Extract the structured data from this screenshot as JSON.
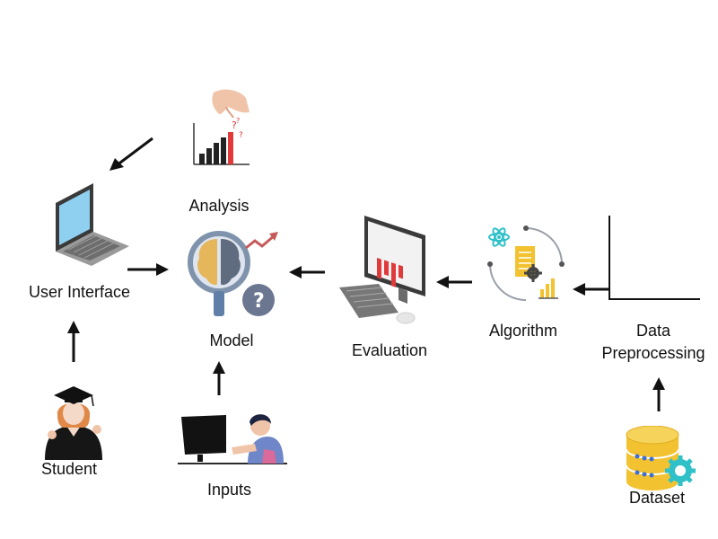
{
  "nodes": {
    "analysis": {
      "label": "Analysis",
      "icon": "bar-chart-hand-icon"
    },
    "user_interface": {
      "label": "User Interface",
      "icon": "laptop-icon"
    },
    "model": {
      "label": "Model",
      "icon": "brain-magnifier-icon"
    },
    "evaluation": {
      "label": "Evaluation",
      "icon": "computer-monitor-icon"
    },
    "algorithm": {
      "label": "Algorithm",
      "icon": "algorithm-cycle-icon"
    },
    "data_preprocessing": {
      "label_line1": "Data",
      "label_line2": "Preprocessing",
      "icon": "axes-icon"
    },
    "student": {
      "label": "Student",
      "icon": "graduate-student-icon"
    },
    "inputs": {
      "label": "Inputs",
      "icon": "person-at-computer-icon"
    },
    "dataset": {
      "label": "Dataset",
      "icon": "database-gear-icon"
    }
  },
  "colors": {
    "arrow": "#111111",
    "accent_red": "#e03a3a",
    "screen_blue": "#8fd0f0",
    "gold": "#f2c230",
    "teal": "#2fc0c8",
    "slate": "#5f6c80"
  }
}
